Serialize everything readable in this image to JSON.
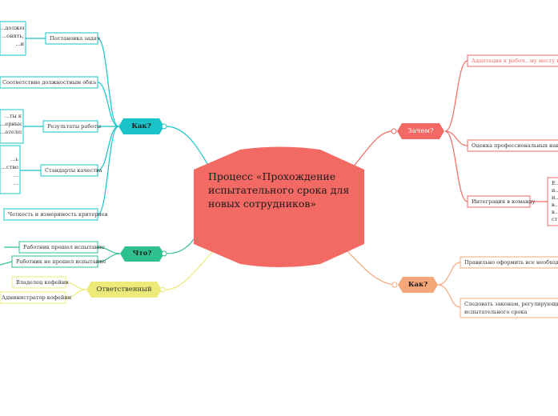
{
  "central": {
    "title": "Процесс «Прохождение испытательного срока для новых сотрудников»"
  },
  "branches": {
    "kak_left": {
      "label": "Как?",
      "color": "#19c3c7",
      "items": [
        "Постановка задач",
        "Соответствие должностным обязанностям",
        "Результаты работы",
        "Стандарты качества",
        "Четкость и измеримость критериев"
      ],
      "subtexts": [
        [
          "...должен",
          "...онять,",
          "...и"
        ],
        [
          "...ты к",
          "...ерные",
          "...ателей"
        ],
        [
          "...ь",
          "...ство",
          "...",
          "..."
        ]
      ]
    },
    "chto": {
      "label": "Что?",
      "color": "#2fc08f",
      "items": [
        "Работник прошел испытание",
        "Работник не прошел испытание"
      ]
    },
    "otvetstvenny": {
      "label": "Ответственный",
      "color": "#eceb7a",
      "items": [
        "Владелец кофейни",
        "Администратор кофейни"
      ]
    },
    "zachem": {
      "label": "Зачем?",
      "color": "#f26a63",
      "items": [
        "Адаптация к рабоч...му месту и кол...",
        "Оценка профессиональных навыков...",
        "Интеграция в команду"
      ],
      "subtexts": [
        "Е...",
        "и...",
        "и...",
        "в...",
        "в...",
        "ст..."
      ]
    },
    "kak_right": {
      "label": "Как?",
      "color": "#f5a77a",
      "items": [
        "Правильно оформить все необходимые...",
        "Следовать законам, регулирующим про...",
        "испытательного срока"
      ]
    }
  }
}
